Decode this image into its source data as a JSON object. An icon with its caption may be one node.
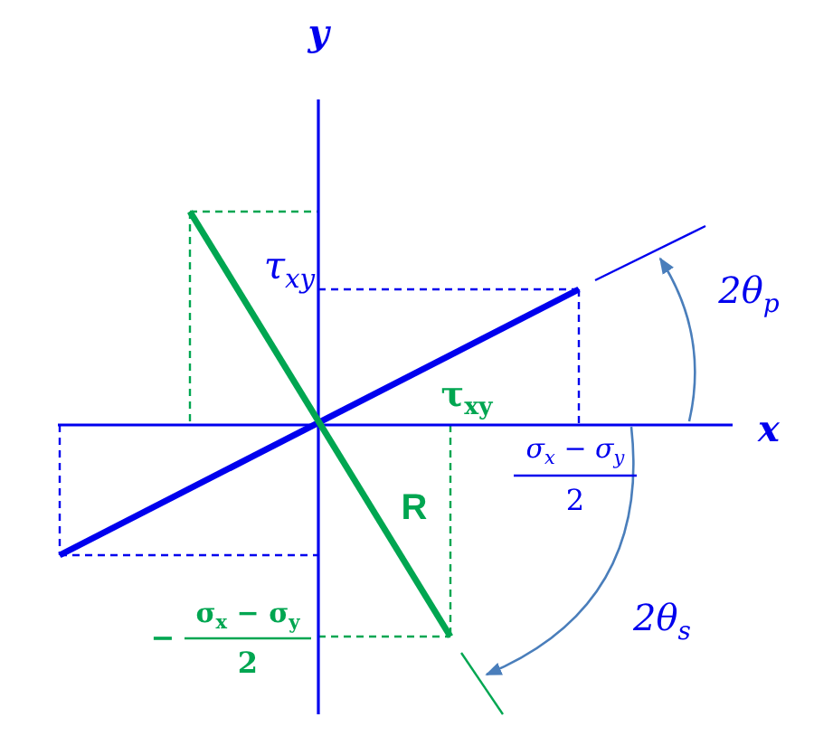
{
  "diagram": {
    "labels": [
      "y",
      "τ$_{xy}$",
      "2θ$_{p}$",
      "x",
      "τ$_{xy}$",
      "σ$_{x}$ − σ$_{y}$",
      "2",
      "R",
      "σ$_{x}$ − σ$_{y}$",
      "−",
      "2",
      "2θ$_{s}$"
    ]
  }
}
